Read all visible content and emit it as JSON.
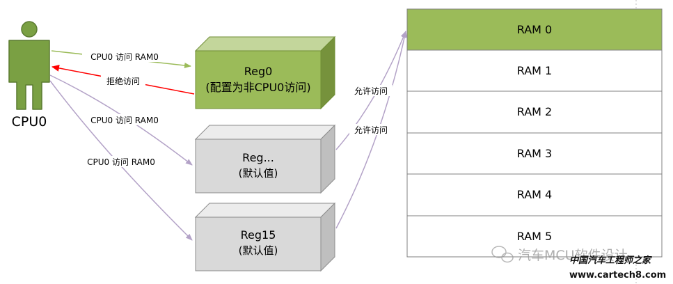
{
  "actor": {
    "label": "CPU0"
  },
  "registers": [
    {
      "line1": "Reg0",
      "line2": "(配置为非CPU0访问)",
      "fill": "#9bbb59"
    },
    {
      "line1": "Reg...",
      "line2": "(默认值)",
      "fill": "#d9d9d9"
    },
    {
      "line1": "Reg15",
      "line2": "(默认值)",
      "fill": "#d9d9d9"
    }
  ],
  "ram": {
    "blocks": [
      "RAM 0",
      "RAM 1",
      "RAM 2",
      "RAM 3",
      "RAM 4",
      "RAM 5"
    ],
    "highlight_color": "#9bbb59"
  },
  "arrows": {
    "cpu_to_reg0": "CPU0 访问 RAM0",
    "reject": "拒绝访问",
    "cpu_to_regdots": "CPU0 访问 RAM0",
    "cpu_to_reg15": "CPU0 访问 RAM0",
    "allow_1": "允许访问",
    "allow_2": "允许访问"
  },
  "colors": {
    "green_arrow": "#9bbb59",
    "reject_arrow": "#ff0000",
    "purple_arrow": "#b3a2c7",
    "actor": "#7aa043"
  },
  "watermark": {
    "wechat": "汽车MCU软件设计",
    "site_cn": "中国汽车工程师之家",
    "site_url": "www.cartech8.com"
  }
}
